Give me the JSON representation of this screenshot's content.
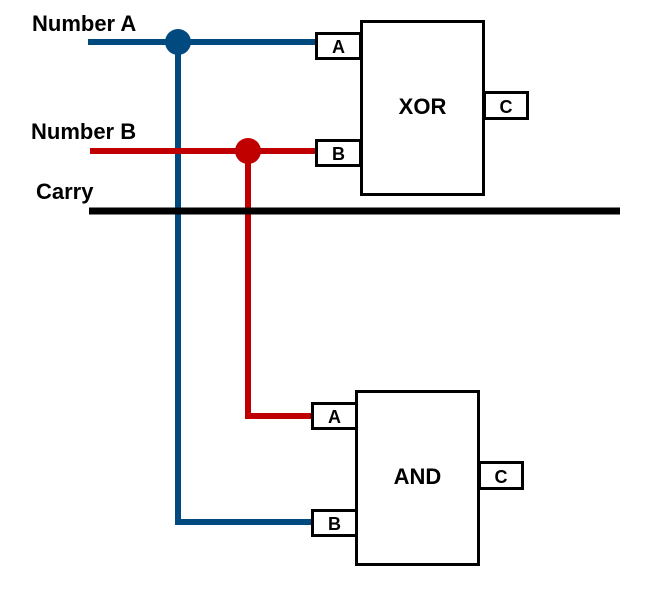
{
  "signals": {
    "number_a": {
      "label": "Number A",
      "color": "#004a80"
    },
    "number_b": {
      "label": "Number B",
      "color": "#c00000"
    },
    "carry": {
      "label": "Carry",
      "color": "#000000"
    }
  },
  "gates": {
    "xor": {
      "title": "XOR",
      "input_a": "A",
      "input_b": "B",
      "output": "C"
    },
    "and": {
      "title": "AND",
      "input_a": "A",
      "input_b": "B",
      "output": "C"
    }
  }
}
